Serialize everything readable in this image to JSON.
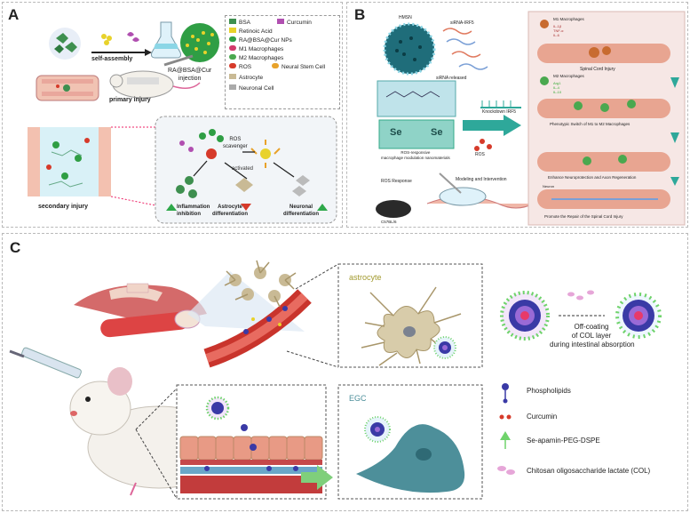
{
  "panels": {
    "a": {
      "label": "A",
      "self_assembly": "self-assembly",
      "injection": "RA@BSA@Cur\ninjection",
      "primary_injury": "primary injury",
      "secondary_injury": "secondary injury",
      "ros_scavenger": "ROS\nscavenger",
      "activated": "activated",
      "inflammation": "Inflammation\ninhibition",
      "astrocyte_diff": "Astrocyte\ndifferentiation",
      "neuronal_diff": "Neuronal\ndifferentiation",
      "legend": [
        "BSA",
        "Curcumin",
        "Retinoic Acid",
        "RA@BSA@Cur NPs",
        "M1 Macrophages",
        "M2 Macrophages",
        "ROS",
        "Neural Stem Cell",
        "Astrocyte",
        "Neuronal Cell"
      ]
    },
    "b": {
      "label": "B",
      "hmsn": "HMSN",
      "sirna": "siRNA-IRF5",
      "sirna_released": "siRNA released",
      "knockdown": "Knockdown IRF5",
      "se_left": "Se",
      "se_right": "Se",
      "ros_modulation": "ROS-responsive\nmacrophage modulation nanomaterials",
      "ros": "ROS",
      "ros_response": "ROS Response",
      "modeling": "Modeling and Intervention",
      "mouse": "C57BL/6",
      "m1": "M1 Macrophages",
      "m1_markers": "IL-1β\nTNF-α\nIL-6",
      "m2": "M2 Macrophages",
      "m2_markers": "Arg1\nIL-4\nIL-10",
      "sci": "Spinal Cord Injury",
      "phenotypic": "Phenotypic Switch of M1 to M2 Macrophages",
      "enhance": "Enhance Neuroprotection and Axon Regeneration",
      "neuron": "Neuron",
      "promote": "Promote the Repair of the Spinal Cord Injury"
    },
    "c": {
      "label": "C",
      "astrocyte": "astrocyte",
      "egc": "EGC",
      "offcoating": "Off-coating\nof COL layer\nduring intestinal absorption",
      "phospholipids": "Phospholipids",
      "curcumin": "Curcumin",
      "se_apamin": "Se-apamin-PEG-DSPE",
      "col": "Chitosan oligosaccharide lactate (COL)"
    }
  },
  "colors": {
    "bsa_green": "#3e8f4f",
    "curcumin_purple": "#b04fb0",
    "np_green": "#2f9e44",
    "yellow": "#e8d22b",
    "ros_red": "#d63a2a",
    "tissue_pink": "#e9a79c",
    "spine_pink": "#f1c3b3",
    "cyan": "#8bd6e6",
    "astro_tan": "#c9ba95",
    "egc_teal": "#4d8f9a",
    "phospholipid_blue": "#3a3aa6",
    "se_green": "#6fd36b",
    "col_pink": "#e6a6d8",
    "arrow_green": "#2ea89a",
    "text_green": "#a29a2e"
  }
}
